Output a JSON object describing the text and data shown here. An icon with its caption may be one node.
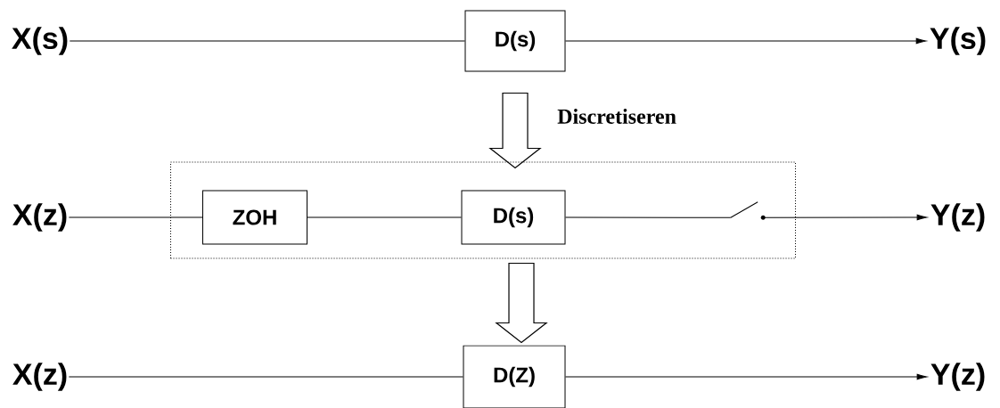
{
  "diagram": {
    "nodes": [
      {
        "text": [
          "X(s)"
        ]
      },
      {
        "text": [
          "D(s)"
        ]
      },
      {
        "text": [
          "Y(s)"
        ]
      },
      {
        "text": [],
        "shape": "box"
      },
      {
        "text": [
          "X(z)"
        ]
      },
      {
        "text": [
          "ZOH"
        ],
        "in": 3
      },
      {
        "text": [
          "D(s)"
        ],
        "in": 3
      },
      {
        "text": [],
        "shape": "switch",
        "in": 3
      },
      {
        "text": [
          "Y(z)"
        ]
      },
      {
        "text": [
          "X(z)"
        ]
      },
      {
        "text": [
          "D(Z)"
        ]
      },
      {
        "text": [
          "Y(z)"
        ]
      }
    ],
    "edges": [
      {
        "from": 0,
        "to": 1,
        "arrow": "none"
      },
      {
        "from": 1,
        "to": 2,
        "arrow": "to"
      },
      {
        "from": 4,
        "to": 5,
        "arrow": "none"
      },
      {
        "from": 5,
        "to": 6,
        "arrow": "none"
      },
      {
        "from": 6,
        "to": 7,
        "arrow": "none"
      },
      {
        "from": 7,
        "to": 8,
        "arrow": "to"
      },
      {
        "from": 9,
        "to": 10,
        "arrow": "none"
      },
      {
        "from": 10,
        "to": 11,
        "arrow": "to"
      },
      {
        "from": 1,
        "to": 3,
        "arrow": "to",
        "style": "thick",
        "label": "Discretiseren"
      },
      {
        "from": 3,
        "to": 10,
        "arrow": "to",
        "style": "thick"
      }
    ]
  }
}
